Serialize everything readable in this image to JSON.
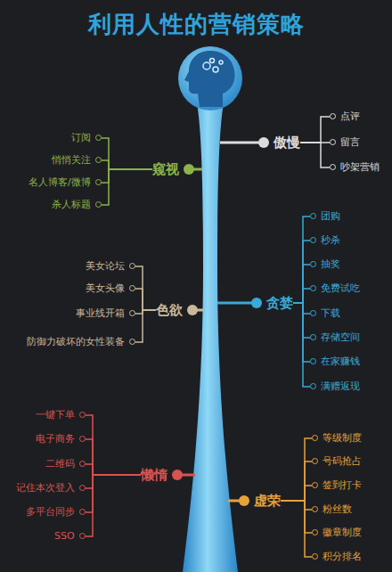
{
  "diagram": {
    "title": "利用人性的营销策略",
    "nodes": [
      {
        "text": [
          "傲慢"
        ]
      },
      {
        "text": [
          "点评"
        ]
      },
      {
        "text": [
          "留言"
        ]
      },
      {
        "text": [
          "吵架营销"
        ]
      },
      {
        "text": [
          "窥视"
        ]
      },
      {
        "text": [
          "订阅"
        ]
      },
      {
        "text": [
          "悄悄关注"
        ]
      },
      {
        "text": [
          "名人博客/微博"
        ]
      },
      {
        "text": [
          "杀人标题"
        ]
      },
      {
        "text": [
          "贪婪"
        ]
      },
      {
        "text": [
          "团购"
        ]
      },
      {
        "text": [
          "秒杀"
        ]
      },
      {
        "text": [
          "抽奖"
        ]
      },
      {
        "text": [
          "免费试吃"
        ]
      },
      {
        "text": [
          "下载"
        ]
      },
      {
        "text": [
          "存储空间"
        ]
      },
      {
        "text": [
          "在家赚钱"
        ]
      },
      {
        "text": [
          "满赠返现"
        ]
      },
      {
        "text": [
          "色欲"
        ]
      },
      {
        "text": [
          "美女论坛"
        ]
      },
      {
        "text": [
          "美女头像"
        ]
      },
      {
        "text": [
          "事业线开箱"
        ]
      },
      {
        "text": [
          "防御力破坏的女性装备"
        ]
      },
      {
        "text": [
          "懒惰"
        ]
      },
      {
        "text": [
          "一键下单"
        ]
      },
      {
        "text": [
          "电子商务"
        ]
      },
      {
        "text": [
          "二维码"
        ]
      },
      {
        "text": [
          "记住本次登入"
        ]
      },
      {
        "text": [
          "多平台同步"
        ]
      },
      {
        "text": [
          "SSO"
        ]
      },
      {
        "text": [
          "虚荣"
        ]
      },
      {
        "text": [
          "等级制度"
        ]
      },
      {
        "text": [
          "号码抢占"
        ]
      },
      {
        "text": [
          "签到打卡"
        ]
      },
      {
        "text": [
          "粉丝数"
        ]
      },
      {
        "text": [
          "徽章制度"
        ]
      },
      {
        "text": [
          "积分排名"
        ]
      }
    ],
    "edges": [
      {
        "from": 0,
        "to": 1,
        "arrow": "none"
      },
      {
        "from": 0,
        "to": 2,
        "arrow": "none"
      },
      {
        "from": 0,
        "to": 3,
        "arrow": "none"
      },
      {
        "from": 4,
        "to": 5,
        "arrow": "none"
      },
      {
        "from": 4,
        "to": 6,
        "arrow": "none"
      },
      {
        "from": 4,
        "to": 7,
        "arrow": "none"
      },
      {
        "from": 4,
        "to": 8,
        "arrow": "none"
      },
      {
        "from": 9,
        "to": 10,
        "arrow": "none"
      },
      {
        "from": 9,
        "to": 11,
        "arrow": "none"
      },
      {
        "from": 9,
        "to": 12,
        "arrow": "none"
      },
      {
        "from": 9,
        "to": 13,
        "arrow": "none"
      },
      {
        "from": 9,
        "to": 14,
        "arrow": "none"
      },
      {
        "from": 9,
        "to": 15,
        "arrow": "none"
      },
      {
        "from": 9,
        "to": 16,
        "arrow": "none"
      },
      {
        "from": 9,
        "to": 17,
        "arrow": "none"
      },
      {
        "from": 18,
        "to": 19,
        "arrow": "none"
      },
      {
        "from": 18,
        "to": 20,
        "arrow": "none"
      },
      {
        "from": 18,
        "to": 21,
        "arrow": "none"
      },
      {
        "from": 18,
        "to": 22,
        "arrow": "none"
      },
      {
        "from": 23,
        "to": 24,
        "arrow": "none"
      },
      {
        "from": 23,
        "to": 25,
        "arrow": "none"
      },
      {
        "from": 23,
        "to": 26,
        "arrow": "none"
      },
      {
        "from": 23,
        "to": 27,
        "arrow": "none"
      },
      {
        "from": 23,
        "to": 28,
        "arrow": "none"
      },
      {
        "from": 23,
        "to": 29,
        "arrow": "none"
      },
      {
        "from": 30,
        "to": 31,
        "arrow": "none"
      },
      {
        "from": 30,
        "to": 32,
        "arrow": "none"
      },
      {
        "from": 30,
        "to": 33,
        "arrow": "none"
      },
      {
        "from": 30,
        "to": 34,
        "arrow": "none"
      },
      {
        "from": 30,
        "to": 35,
        "arrow": "none"
      },
      {
        "from": 30,
        "to": 36,
        "arrow": "none"
      }
    ]
  }
}
